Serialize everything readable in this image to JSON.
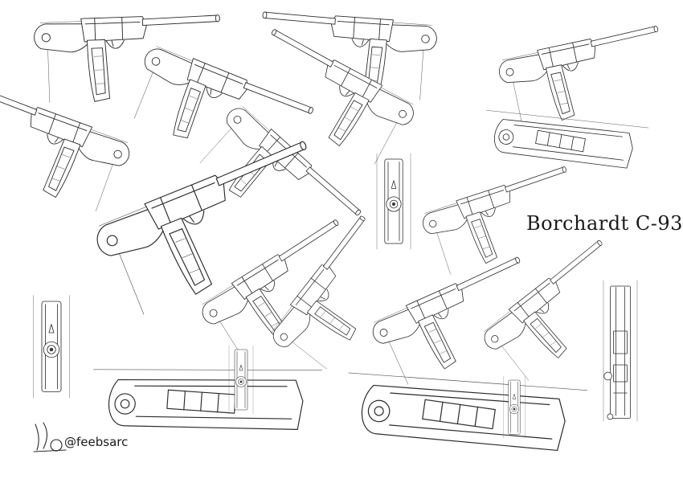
{
  "title": "Borchardt C-93",
  "artist_handle": "@feebsarc",
  "icons": {
    "signature": "artist-signature-mark",
    "sketches": "pistol-sketch"
  }
}
